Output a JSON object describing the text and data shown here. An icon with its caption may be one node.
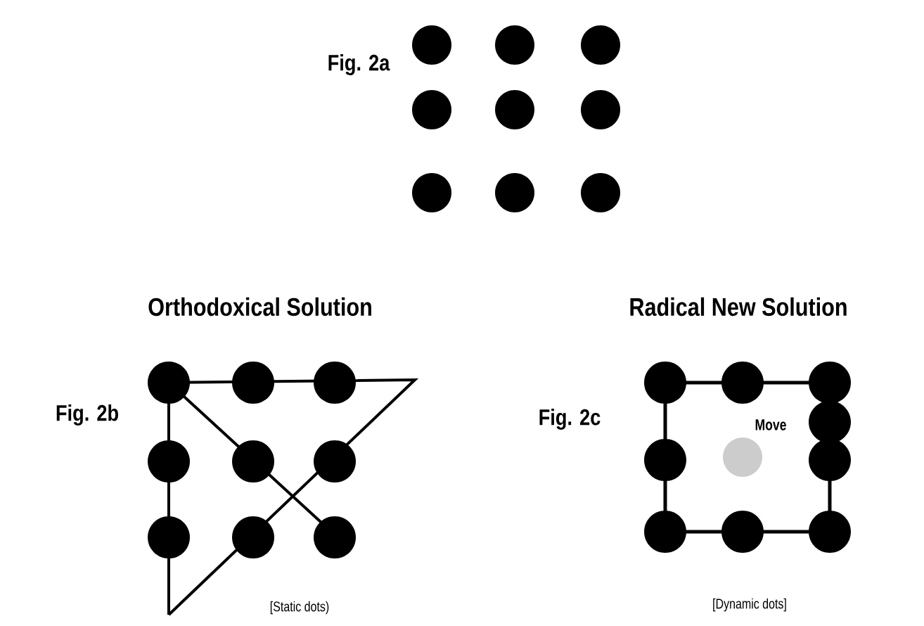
{
  "diagram": {
    "labels": [
      "Fig. 2a",
      "Orthodoxical Solution",
      "Radical New Solution",
      "Fig. 2b",
      "Fig. 2c",
      "Move",
      "[Static dots)",
      "[Dynamic dots]"
    ]
  }
}
